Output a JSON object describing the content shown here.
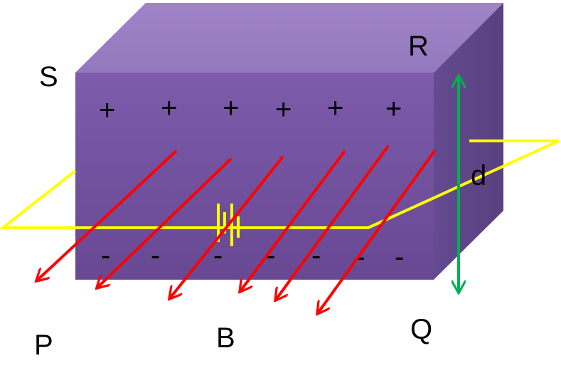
{
  "labels": {
    "s": "S",
    "r": "R",
    "d": "d",
    "p": "P",
    "b": "B",
    "q": "Q"
  },
  "top_signs": [
    "+",
    "+",
    "+",
    "+",
    "+",
    "+"
  ],
  "bottom_signs": [
    "-",
    "-",
    "-",
    "-",
    "-",
    "-",
    "-"
  ],
  "colors": {
    "block_front_top": "#7a5aa8",
    "block_front_bottom": "#6a4a96",
    "block_top": "#9b80c3",
    "block_side": "#5e4688",
    "field_arrows": "#ff0000",
    "circuit_wire": "#ffff00",
    "dimension_arrow": "#00b050"
  },
  "icons": {
    "battery": "battery-symbol-icon",
    "field_arrow": "arrow-down-left-icon",
    "dimension": "double-arrow-vertical-icon"
  }
}
